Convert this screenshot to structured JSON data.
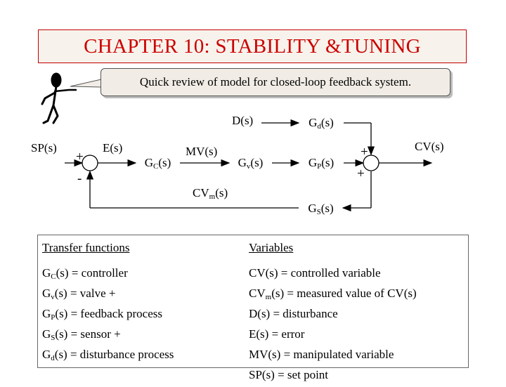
{
  "title": "CHAPTER 10: STABILITY &TUNING",
  "callout": "Quick review of model for closed-loop feedback system.",
  "diagram": {
    "sp": "SP(s)",
    "plus1": "+",
    "minus1": "-",
    "error": "E(s)",
    "controller": {
      "main": "G",
      "sub": "C",
      "tail": "(s)"
    },
    "mv": "MV(s)",
    "valve": {
      "main": "G",
      "sub": "v",
      "tail": "(s)"
    },
    "disturbance": "D(s)",
    "dist_process": {
      "main": "G",
      "sub": "d",
      "tail": "(s)"
    },
    "process": {
      "main": "G",
      "sub": "P",
      "tail": "(s)"
    },
    "plus2": "+",
    "plus3": "+",
    "cv": "CV(s)",
    "cvm": {
      "main": "CV",
      "sub": "m",
      "tail": "(s)"
    },
    "sensor": {
      "main": "G",
      "sub": "S",
      "tail": "(s)"
    }
  },
  "transfer_functions": {
    "heading": "Transfer functions",
    "items": [
      {
        "main": "G",
        "sub": "C",
        "rest": "(s) = controller"
      },
      {
        "main": "G",
        "sub": "v",
        "rest": "(s) = valve +"
      },
      {
        "main": "G",
        "sub": "P",
        "rest": "(s) = feedback process"
      },
      {
        "main": "G",
        "sub": "S",
        "rest": "(s) = sensor +"
      },
      {
        "main": "G",
        "sub": "d",
        "rest": "(s) = disturbance process"
      }
    ]
  },
  "variables": {
    "heading": "Variables",
    "items": [
      {
        "main": "CV(s) = controlled variable",
        "sub": "",
        "rest": ""
      },
      {
        "main": "CV",
        "sub": "m",
        "rest": "(s) = measured value of CV(s)"
      },
      {
        "main": "D(s) = disturbance",
        "sub": "",
        "rest": ""
      },
      {
        "main": "E(s) = error",
        "sub": "",
        "rest": ""
      },
      {
        "main": "MV(s) = manipulated variable",
        "sub": "",
        "rest": ""
      },
      {
        "main": "SP(s) = set point",
        "sub": "",
        "rest": ""
      }
    ]
  },
  "colors": {
    "title": "#cc0000",
    "title_border": "#c00000",
    "title_bg": "#f7f3ec",
    "callout_bg": "#f1ede6"
  }
}
